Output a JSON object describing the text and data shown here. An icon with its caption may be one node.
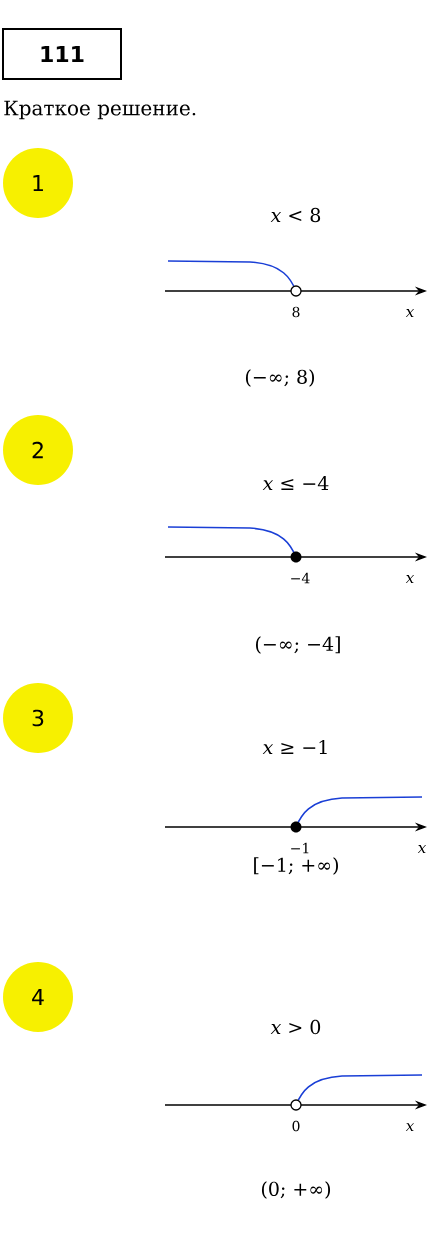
{
  "diagram": {
    "nodes": [
      {
        "text": [
          "111"
        ]
      },
      {
        "text": [
          "1"
        ]
      },
      {
        "text": [
          "2"
        ]
      },
      {
        "text": [
          "3"
        ]
      },
      {
        "text": [
          "4"
        ]
      }
    ],
    "labels": [
      "Краткое решение.",
      "*x* < 8",
      "8",
      "*x*",
      "(−∞; 8)",
      "*x* ≤ −4",
      "−4",
      "*x*",
      "(−∞; −4]",
      "*x* ≥ −1",
      "−1",
      "*x*",
      "[−1; +∞)",
      "*x* > 0",
      "0",
      "*x*",
      "(0; +∞)"
    ]
  }
}
